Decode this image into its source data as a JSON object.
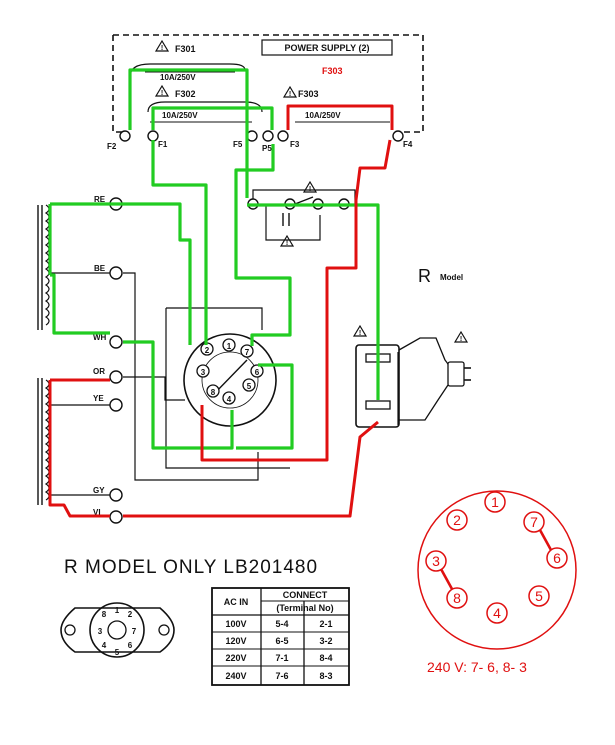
{
  "colors": {
    "green_wire": "#22cc22",
    "red_wire": "#e01010",
    "ink": "#111111",
    "annotation_red": "#e01010"
  },
  "fuses": {
    "f301": {
      "label": "F301",
      "rating": "10A/250V"
    },
    "f302": {
      "label": "F302",
      "rating": "10A/250V"
    },
    "f303": {
      "label": "F303",
      "rating": "10A/250V"
    },
    "f303_annotation": "F303"
  },
  "power_supply_label": "POWER SUPPLY (2)",
  "terminals": {
    "f1": "F1",
    "f2": "F2",
    "f3": "F3",
    "f4": "F4",
    "f5": "F5",
    "p5": "P5"
  },
  "transformer_taps": [
    "RE",
    "BE",
    "WH",
    "OR",
    "YE",
    "GY",
    "VI"
  ],
  "socket_pins": [
    "1",
    "2",
    "3",
    "4",
    "5",
    "6",
    "7",
    "8"
  ],
  "r_model_label": "R",
  "r_model_suffix": "Model",
  "title": "R MODEL ONLY LB201480",
  "table": {
    "col1_header": "AC IN",
    "col2_header": "CONNECT",
    "col2_subheader": "(Terminal No)",
    "rows": [
      {
        "ac": "100V",
        "a": "5-4",
        "b": "2-1"
      },
      {
        "ac": "120V",
        "a": "6-5",
        "b": "3-2"
      },
      {
        "ac": "220V",
        "a": "7-1",
        "b": "8-4"
      },
      {
        "ac": "240V",
        "a": "7-6",
        "b": "8-3"
      }
    ]
  },
  "pin_circle": {
    "pins": [
      "1",
      "2",
      "3",
      "4",
      "5",
      "6",
      "7",
      "8"
    ]
  },
  "note_240": "240 V: 7- 6, 8- 3"
}
